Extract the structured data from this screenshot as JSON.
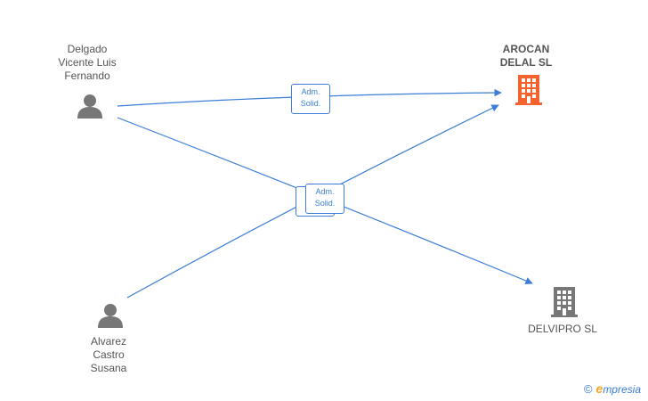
{
  "people": [
    {
      "id": "delgado",
      "label": "Delgado\nVicente Luis\nFernando"
    },
    {
      "id": "alvarez",
      "label": "Alvarez\nCastro\nSusana"
    }
  ],
  "companies": [
    {
      "id": "arocan",
      "label": "AROCAN\nDELAL SL",
      "color": "#f4622d"
    },
    {
      "id": "delvipro",
      "label": "DELVIPRO  SL",
      "color": "#777777"
    }
  ],
  "edges": [
    {
      "from": "delgado",
      "to": "arocan",
      "role": "Adm.\nSolid."
    },
    {
      "from": "delgado",
      "to": "delvipro",
      "role": "Adm.\nSolid."
    },
    {
      "from": "alvarez",
      "to": "arocan",
      "role": "Adm.\nSolid."
    }
  ],
  "colors": {
    "edge": "#3b7dd8",
    "person_icon": "#777777"
  },
  "footer": {
    "copyright_symbol": "©",
    "brand_e": "e",
    "brand_rest": "mpresia"
  }
}
